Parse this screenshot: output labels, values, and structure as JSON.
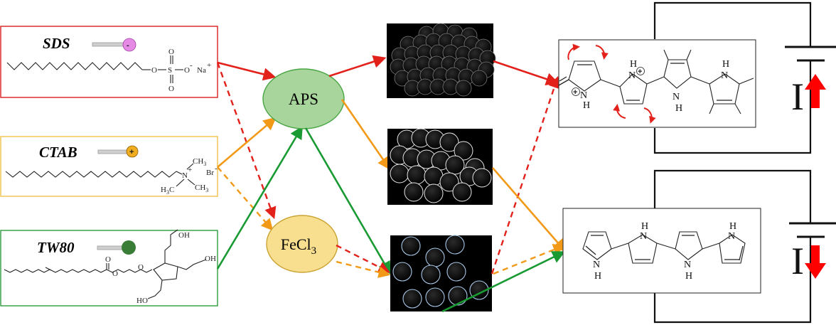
{
  "surfactants": [
    {
      "name": "SDS",
      "charge_sign": "-",
      "color": "#d8201e",
      "head_color": "#e58be6",
      "counter_ion": "Na",
      "counter_charge": "+"
    },
    {
      "name": "CTAB",
      "charge_sign": "+",
      "color": "#efb321",
      "head_color": "#f0ad20",
      "counter_ion": "Br",
      "counter_charge": "-",
      "ammonium": {
        "n": "N",
        "n_charge": "+",
        "methyl_top": "CH",
        "methyl_top_sub": "3",
        "methyl_left": "H",
        "methyl_left_sub": "3",
        "methyl_left_tail": "C",
        "methyl_right": "CH",
        "methyl_right_sub": "3"
      }
    },
    {
      "name": "TW80",
      "charge_sign": "",
      "color": "#1e8f2d",
      "head_color": "#3a7d37",
      "hydroxyls": {
        "oh": "OH",
        "ho": "HO"
      }
    }
  ],
  "sds_atoms": {
    "o": "O",
    "s": "S",
    "minus": "-"
  },
  "ester_o": "O",
  "oxidants": [
    {
      "name": "APS",
      "fill": "#a8d59b",
      "stroke": "#4aa544"
    },
    {
      "name": "FeCl",
      "sub": "3",
      "fill": "#f8df8f",
      "stroke": "#caa333"
    }
  ],
  "pyrrole": {
    "n": "N",
    "h": "H",
    "plus": "+"
  },
  "current": {
    "symbol": "I"
  },
  "colors": {
    "red": "#e3211b",
    "orange": "#f29a17",
    "green": "#1a9a33"
  }
}
